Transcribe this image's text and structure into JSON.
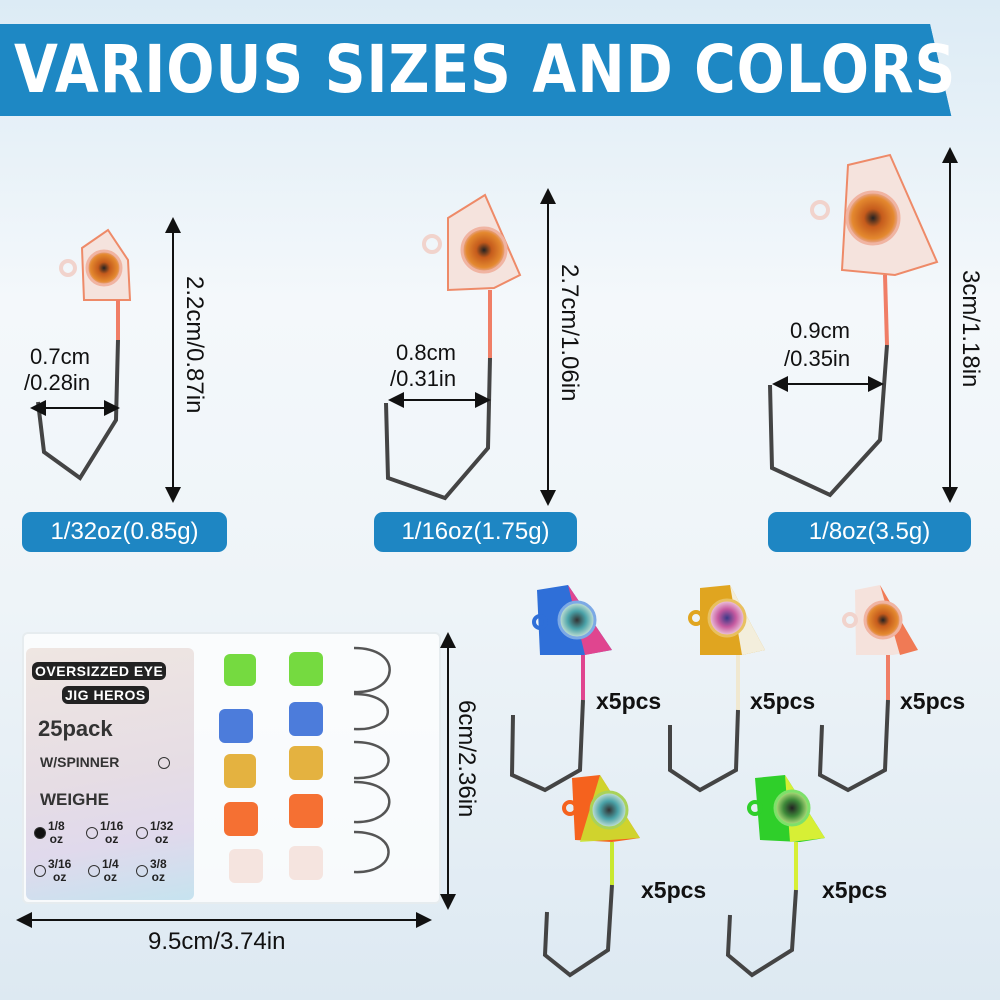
{
  "banner": {
    "title": "VARIOUS SIZES AND COLORS",
    "color": "#1e88c4"
  },
  "sizes": [
    {
      "weight": "1/32oz(0.85g)",
      "gap_cm": "0.7cm",
      "gap_in": "/0.28in",
      "length": "2.2cm/0.87in"
    },
    {
      "weight": "1/16oz(1.75g)",
      "gap_cm": "0.8cm",
      "gap_in": "/0.31in",
      "length": "2.7cm/1.06in"
    },
    {
      "weight": "1/8oz(3.5g)",
      "gap_cm": "0.9cm",
      "gap_in": "/0.35in",
      "length": "3cm/1.18in"
    }
  ],
  "box": {
    "brand_line1": "OVERSIZZED EYE",
    "brand_line2": "JIG HEROS",
    "pack": "25pack",
    "spinner": "W/SPINNER",
    "weight_label": "WEIGHE",
    "options": [
      {
        "value": "1/8",
        "unit": "oz",
        "selected": true
      },
      {
        "value": "1/16",
        "unit": "oz",
        "selected": false
      },
      {
        "value": "1/32",
        "unit": "oz",
        "selected": false
      },
      {
        "value": "3/16",
        "unit": "oz",
        "selected": false
      },
      {
        "value": "1/4",
        "unit": "oz",
        "selected": false
      },
      {
        "value": "3/8",
        "unit": "oz",
        "selected": false
      }
    ],
    "width_label": "9.5cm/3.74in",
    "height_label": "6cm/2.36in"
  },
  "colors": [
    {
      "name": "blue-pink",
      "qty": "x5pcs",
      "c1": "#2f6fd8",
      "c2": "#e0458f"
    },
    {
      "name": "gold-white",
      "qty": "x5pcs",
      "c1": "#e0a520",
      "c2": "#f3eedc"
    },
    {
      "name": "white-orange",
      "qty": "x5pcs",
      "c1": "#f5e2dc",
      "c2": "#f07a55"
    },
    {
      "name": "orange-chartreuse",
      "qty": "x5pcs",
      "c1": "#f5621e",
      "c2": "#c9e830"
    },
    {
      "name": "green-chartreuse",
      "qty": "x5pcs",
      "c1": "#2fcf2a",
      "c2": "#d7ef35"
    }
  ]
}
